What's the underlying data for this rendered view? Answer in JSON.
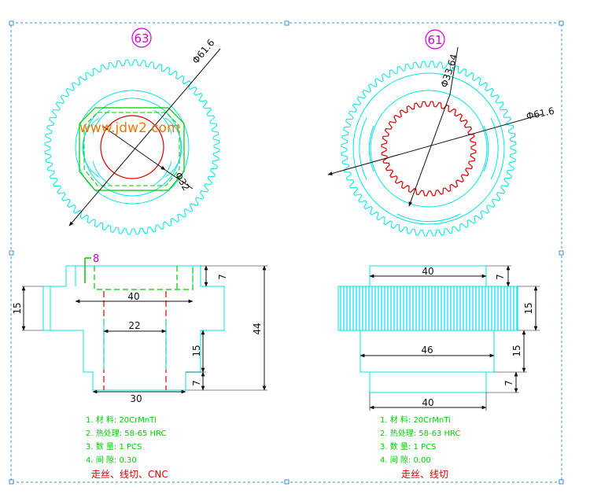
{
  "watermark": "www.jdw2.com",
  "colors": {
    "cyan": "#00e5e5",
    "red": "#dd0000",
    "green": "#00c800",
    "magenta": "#d400d4",
    "black": "#111111",
    "watermark": "#f07800",
    "frame": "#3a8fd8",
    "note": "#00d000",
    "note_red": "#e00000"
  },
  "left_part": {
    "number": "63",
    "dims": {
      "top_diameter": "Φ61.6",
      "inner_diameter": "Φ32",
      "width_40": "40",
      "bore_22": "22",
      "bottom_30": "30",
      "left_15": "15",
      "right_15": "15",
      "top_7": "7",
      "bottom_7": "7",
      "overall_44": "44",
      "chamfer_8": "8"
    },
    "notes": [
      "1. 材  料: 20CrMnTi",
      "2. 热处理: 58-65 HRC",
      "3. 数  量: 1   PCS",
      "4. 间  隙: 0.30"
    ],
    "process": "走丝、线切、CNC"
  },
  "right_part": {
    "number": "61",
    "dims": {
      "inner_diameter": "Φ33.64",
      "outer_diameter": "Φ61.6",
      "top_40": "40",
      "gear_15": "15",
      "mid_46": "46",
      "mid_15": "15",
      "bottom_40": "40",
      "top_7": "7",
      "bottom_7": "7"
    },
    "notes": [
      "1. 材  料: 20CrMnTi",
      "2. 热处理: 58-63 HRC",
      "3. 数  量: 1   PCS",
      "4. 间  隙: 0.00"
    ],
    "process": "走丝、线切"
  }
}
